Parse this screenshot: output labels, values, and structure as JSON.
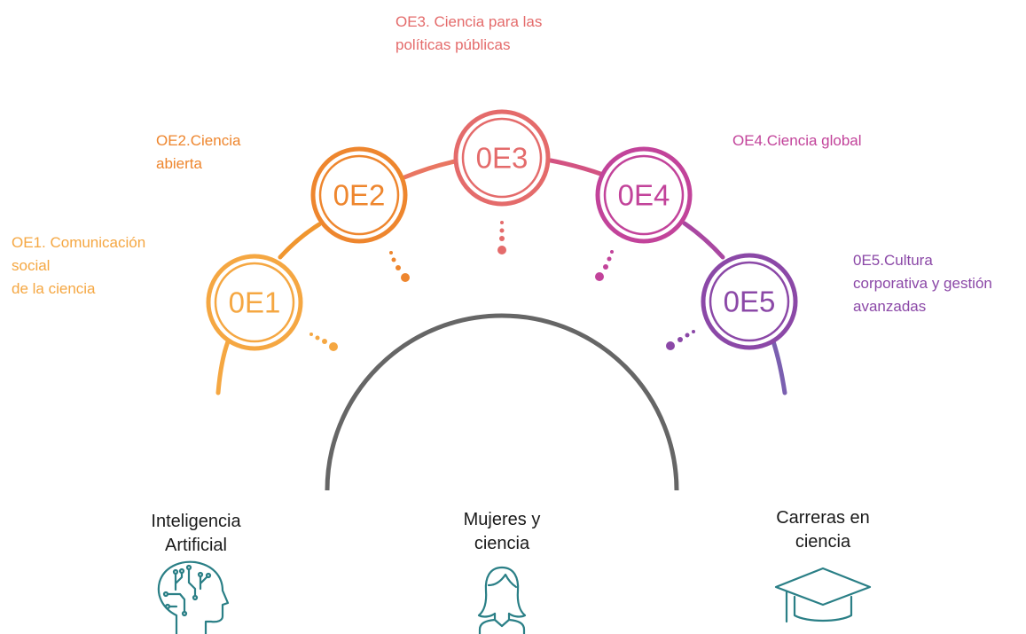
{
  "colors": {
    "oe1": "#F5A742",
    "oe2": "#EE862E",
    "oe3": "#E46B6B",
    "oe4": "#C2439A",
    "oe5": "#8B48A7",
    "oe5_tail": "#7A5FB0",
    "center_arc": "#666666",
    "theme_icon": "#2A7F86",
    "theme_text": "#1a1a1a"
  },
  "nodes": [
    {
      "id": "oe1",
      "label": "0E1"
    },
    {
      "id": "oe2",
      "label": "0E2"
    },
    {
      "id": "oe3",
      "label": "0E3"
    },
    {
      "id": "oe4",
      "label": "0E4"
    },
    {
      "id": "oe5",
      "label": "0E5"
    }
  ],
  "objectives": {
    "oe1": "OE1. Comunicación\nsocial\nde la ciencia",
    "oe2": "OE2.Ciencia\nabierta",
    "oe3": "OE3. Ciencia para las\npolíticas públicas",
    "oe4": "OE4.Ciencia global",
    "oe5": "0E5.Cultura\ncorporativa y gestión\navanzadas"
  },
  "themes": [
    {
      "id": "ai",
      "label": "Inteligencia\nArtificial",
      "icon": "ai-brain-icon"
    },
    {
      "id": "women",
      "label": "Mujeres y\nciencia",
      "icon": "woman-icon"
    },
    {
      "id": "careers",
      "label": "Carreras en\nciencia",
      "icon": "graduation-cap-icon"
    }
  ]
}
